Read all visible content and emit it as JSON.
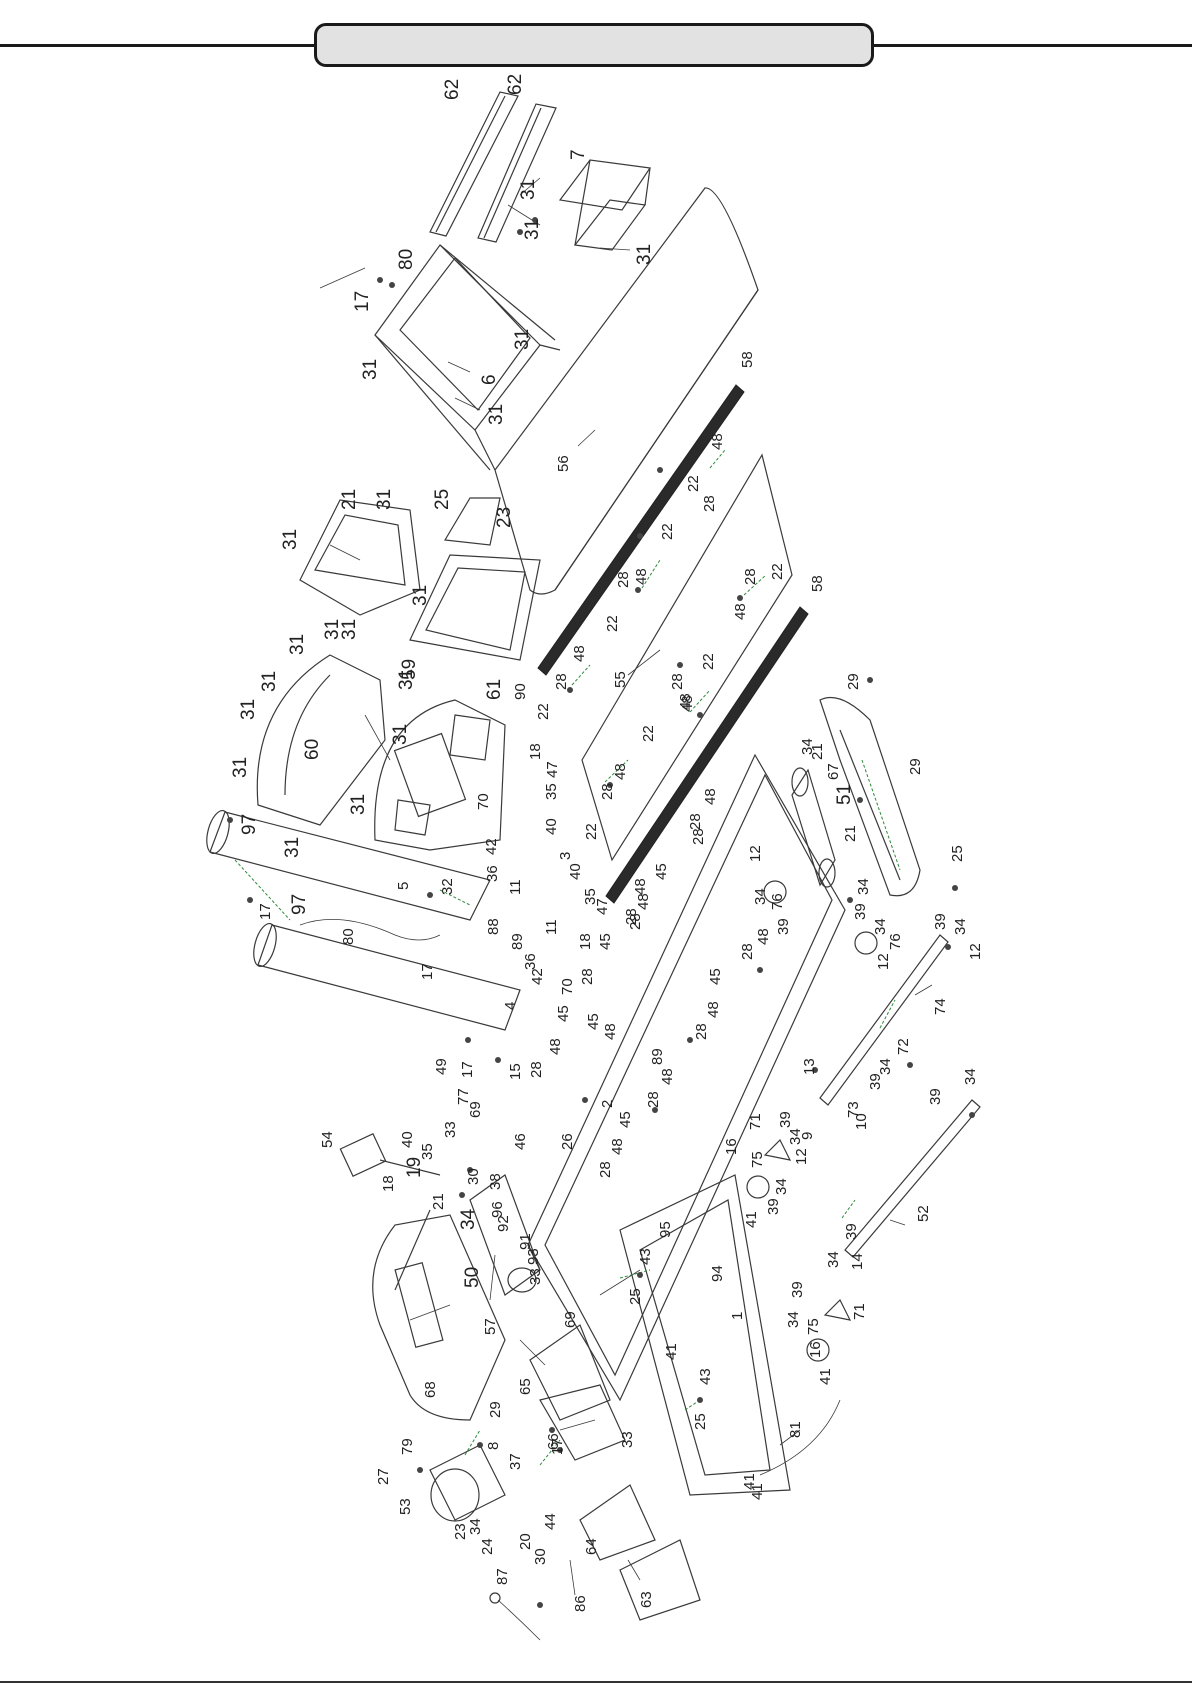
{
  "header": {
    "title": ""
  },
  "diagram": {
    "labels": [
      {
        "id": "l1",
        "text": "62"
      },
      {
        "id": "l2",
        "text": "62"
      },
      {
        "id": "l3",
        "text": "7"
      },
      {
        "id": "l4",
        "text": "31"
      },
      {
        "id": "l5",
        "text": "31"
      },
      {
        "id": "l6",
        "text": "31"
      },
      {
        "id": "l7",
        "text": "80"
      },
      {
        "id": "l8",
        "text": "17"
      },
      {
        "id": "l9",
        "text": "31"
      },
      {
        "id": "l10",
        "text": "31"
      },
      {
        "id": "l11",
        "text": "6"
      },
      {
        "id": "l12",
        "text": "31"
      },
      {
        "id": "l13",
        "text": "56"
      },
      {
        "id": "l14",
        "text": "58"
      },
      {
        "id": "l15",
        "text": "48"
      },
      {
        "id": "l16",
        "text": "22"
      },
      {
        "id": "l17",
        "text": "28"
      },
      {
        "id": "l18",
        "text": "22"
      },
      {
        "id": "l19",
        "text": "21"
      },
      {
        "id": "l20",
        "text": "31"
      },
      {
        "id": "l21",
        "text": "31"
      },
      {
        "id": "l22",
        "text": "25"
      },
      {
        "id": "l23",
        "text": "23"
      },
      {
        "id": "l24",
        "text": "31"
      },
      {
        "id": "l25",
        "text": "31"
      },
      {
        "id": "l26",
        "text": "31"
      },
      {
        "id": "l27",
        "text": "31"
      },
      {
        "id": "l28",
        "text": "59"
      },
      {
        "id": "l29",
        "text": "61"
      },
      {
        "id": "l30",
        "text": "31"
      },
      {
        "id": "l31",
        "text": "31"
      },
      {
        "id": "l32",
        "text": "60"
      },
      {
        "id": "l33",
        "text": "31"
      },
      {
        "id": "l34",
        "text": "31"
      },
      {
        "id": "l35",
        "text": "31"
      },
      {
        "id": "l36",
        "text": "97"
      },
      {
        "id": "l37",
        "text": "31"
      },
      {
        "id": "l38",
        "text": "31"
      },
      {
        "id": "l39",
        "text": "90"
      },
      {
        "id": "l40",
        "text": "18"
      },
      {
        "id": "l41",
        "text": "47"
      },
      {
        "id": "l42",
        "text": "35"
      },
      {
        "id": "l43",
        "text": "70"
      },
      {
        "id": "l44",
        "text": "42"
      },
      {
        "id": "l45",
        "text": "36"
      },
      {
        "id": "l46",
        "text": "11"
      },
      {
        "id": "l47",
        "text": "3"
      },
      {
        "id": "l48",
        "text": "40"
      },
      {
        "id": "l49",
        "text": "55"
      },
      {
        "id": "l50",
        "text": "28"
      },
      {
        "id": "l51",
        "text": "48"
      },
      {
        "id": "l52",
        "text": "22"
      },
      {
        "id": "l53",
        "text": "28"
      },
      {
        "id": "l54",
        "text": "48"
      },
      {
        "id": "l55",
        "text": "22"
      },
      {
        "id": "l56",
        "text": "48"
      },
      {
        "id": "l57",
        "text": "28"
      },
      {
        "id": "l58",
        "text": "22"
      },
      {
        "id": "l59",
        "text": "48"
      },
      {
        "id": "l60",
        "text": "28"
      },
      {
        "id": "l61",
        "text": "22"
      },
      {
        "id": "l62",
        "text": "28"
      },
      {
        "id": "l63",
        "text": "48"
      },
      {
        "id": "l64",
        "text": "58"
      },
      {
        "id": "l65",
        "text": "22"
      },
      {
        "id": "l66",
        "text": "48"
      },
      {
        "id": "l67",
        "text": "28"
      },
      {
        "id": "l68",
        "text": "22"
      },
      {
        "id": "l69",
        "text": "29"
      },
      {
        "id": "l70",
        "text": "34"
      },
      {
        "id": "l71",
        "text": "21"
      },
      {
        "id": "l72",
        "text": "67"
      },
      {
        "id": "l73",
        "text": "29"
      },
      {
        "id": "l74",
        "text": "51"
      },
      {
        "id": "l75",
        "text": "21"
      },
      {
        "id": "l76",
        "text": "34"
      },
      {
        "id": "l77",
        "text": "25"
      },
      {
        "id": "l78",
        "text": "28"
      },
      {
        "id": "l79",
        "text": "48"
      },
      {
        "id": "l80",
        "text": "12"
      },
      {
        "id": "l81",
        "text": "34"
      },
      {
        "id": "l82",
        "text": "76"
      },
      {
        "id": "l83",
        "text": "39"
      },
      {
        "id": "l84",
        "text": "45"
      },
      {
        "id": "l85",
        "text": "48"
      },
      {
        "id": "l86",
        "text": "28"
      },
      {
        "id": "l87",
        "text": "39"
      },
      {
        "id": "l88",
        "text": "34"
      },
      {
        "id": "l89",
        "text": "76"
      },
      {
        "id": "l90",
        "text": "12"
      },
      {
        "id": "l91",
        "text": "39"
      },
      {
        "id": "l92",
        "text": "34"
      },
      {
        "id": "l93",
        "text": "12"
      },
      {
        "id": "l94",
        "text": "74"
      },
      {
        "id": "l95",
        "text": "72"
      },
      {
        "id": "l96",
        "text": "5"
      },
      {
        "id": "l97",
        "text": "32"
      },
      {
        "id": "l98",
        "text": "97"
      },
      {
        "id": "l99",
        "text": "17"
      },
      {
        "id": "l100",
        "text": "80"
      },
      {
        "id": "l101",
        "text": "17"
      },
      {
        "id": "l102",
        "text": "88"
      },
      {
        "id": "l103",
        "text": "89"
      },
      {
        "id": "l104",
        "text": "36"
      },
      {
        "id": "l105",
        "text": "11"
      },
      {
        "id": "l106",
        "text": "42"
      },
      {
        "id": "l107",
        "text": "70"
      },
      {
        "id": "l108",
        "text": "28"
      },
      {
        "id": "l109",
        "text": "18"
      },
      {
        "id": "l110",
        "text": "45"
      },
      {
        "id": "l111",
        "text": "47"
      },
      {
        "id": "l112",
        "text": "35"
      },
      {
        "id": "l113",
        "text": "40"
      },
      {
        "id": "l114",
        "text": "48"
      },
      {
        "id": "l115",
        "text": "28"
      },
      {
        "id": "l116",
        "text": "45"
      },
      {
        "id": "l117",
        "text": "48"
      },
      {
        "id": "l118",
        "text": "28"
      },
      {
        "id": "l119",
        "text": "48"
      },
      {
        "id": "l120",
        "text": "28"
      },
      {
        "id": "l121",
        "text": "45"
      },
      {
        "id": "l122",
        "text": "48"
      },
      {
        "id": "l123",
        "text": "4"
      },
      {
        "id": "l124",
        "text": "17"
      },
      {
        "id": "l125",
        "text": "15"
      },
      {
        "id": "l126",
        "text": "49"
      },
      {
        "id": "l127",
        "text": "77"
      },
      {
        "id": "l128",
        "text": "69"
      },
      {
        "id": "l129",
        "text": "45"
      },
      {
        "id": "l130",
        "text": "48"
      },
      {
        "id": "l131",
        "text": "28"
      },
      {
        "id": "l132",
        "text": "2"
      },
      {
        "id": "l133",
        "text": "89"
      },
      {
        "id": "l134",
        "text": "48"
      },
      {
        "id": "l135",
        "text": "28"
      },
      {
        "id": "l136",
        "text": "45"
      },
      {
        "id": "l137",
        "text": "33"
      },
      {
        "id": "l138",
        "text": "46"
      },
      {
        "id": "l139",
        "text": "26"
      },
      {
        "id": "l140",
        "text": "54"
      },
      {
        "id": "l141",
        "text": "40"
      },
      {
        "id": "l142",
        "text": "35"
      },
      {
        "id": "l143",
        "text": "19"
      },
      {
        "id": "l144",
        "text": "18"
      },
      {
        "id": "l145",
        "text": "21"
      },
      {
        "id": "l146",
        "text": "34"
      },
      {
        "id": "l147",
        "text": "30"
      },
      {
        "id": "l148",
        "text": "38"
      },
      {
        "id": "l149",
        "text": "96"
      },
      {
        "id": "l150",
        "text": "92"
      },
      {
        "id": "l151",
        "text": "91"
      },
      {
        "id": "l152",
        "text": "93"
      },
      {
        "id": "l153",
        "text": "33"
      },
      {
        "id": "l154",
        "text": "50"
      },
      {
        "id": "l155",
        "text": "28"
      },
      {
        "id": "l156",
        "text": "48"
      },
      {
        "id": "l157",
        "text": "95"
      },
      {
        "id": "l158",
        "text": "43"
      },
      {
        "id": "l159",
        "text": "94"
      },
      {
        "id": "l160",
        "text": "25"
      },
      {
        "id": "l161",
        "text": "69"
      },
      {
        "id": "l162",
        "text": "57"
      },
      {
        "id": "l163",
        "text": "1"
      },
      {
        "id": "l164",
        "text": "41"
      },
      {
        "id": "l165",
        "text": "65"
      },
      {
        "id": "l166",
        "text": "43"
      },
      {
        "id": "l167",
        "text": "25"
      },
      {
        "id": "l168",
        "text": "66"
      },
      {
        "id": "l169",
        "text": "33"
      },
      {
        "id": "l170",
        "text": "41"
      },
      {
        "id": "l171",
        "text": "81"
      },
      {
        "id": "l172",
        "text": "68"
      },
      {
        "id": "l173",
        "text": "29"
      },
      {
        "id": "l174",
        "text": "16"
      },
      {
        "id": "l175",
        "text": "71"
      },
      {
        "id": "l176",
        "text": "75"
      },
      {
        "id": "l177",
        "text": "34"
      },
      {
        "id": "l178",
        "text": "39"
      },
      {
        "id": "l179",
        "text": "41"
      },
      {
        "id": "l180",
        "text": "39"
      },
      {
        "id": "l181",
        "text": "34"
      },
      {
        "id": "l182",
        "text": "12"
      },
      {
        "id": "l183",
        "text": "9"
      },
      {
        "id": "l184",
        "text": "13"
      },
      {
        "id": "l185",
        "text": "10"
      },
      {
        "id": "l186",
        "text": "73"
      },
      {
        "id": "l187",
        "text": "39"
      },
      {
        "id": "l188",
        "text": "34"
      },
      {
        "id": "l189",
        "text": "39"
      },
      {
        "id": "l190",
        "text": "34"
      },
      {
        "id": "l191",
        "text": "52"
      },
      {
        "id": "l192",
        "text": "39"
      },
      {
        "id": "l193",
        "text": "34"
      },
      {
        "id": "l194",
        "text": "14"
      },
      {
        "id": "l195",
        "text": "39"
      },
      {
        "id": "l196",
        "text": "75"
      },
      {
        "id": "l197",
        "text": "71"
      },
      {
        "id": "l198",
        "text": "34"
      },
      {
        "id": "l199",
        "text": "16"
      },
      {
        "id": "l200",
        "text": "41"
      },
      {
        "id": "l201",
        "text": "41"
      },
      {
        "id": "l202",
        "text": "79"
      },
      {
        "id": "l203",
        "text": "27"
      },
      {
        "id": "l204",
        "text": "8"
      },
      {
        "id": "l205",
        "text": "37"
      },
      {
        "id": "l206",
        "text": "17"
      },
      {
        "id": "l207",
        "text": "53"
      },
      {
        "id": "l208",
        "text": "23"
      },
      {
        "id": "l209",
        "text": "34"
      },
      {
        "id": "l210",
        "text": "24"
      },
      {
        "id": "l211",
        "text": "20"
      },
      {
        "id": "l212",
        "text": "44"
      },
      {
        "id": "l213",
        "text": "30"
      },
      {
        "id": "l214",
        "text": "64"
      },
      {
        "id": "l215",
        "text": "86"
      },
      {
        "id": "l216",
        "text": "87"
      },
      {
        "id": "l217",
        "text": "63"
      }
    ]
  }
}
